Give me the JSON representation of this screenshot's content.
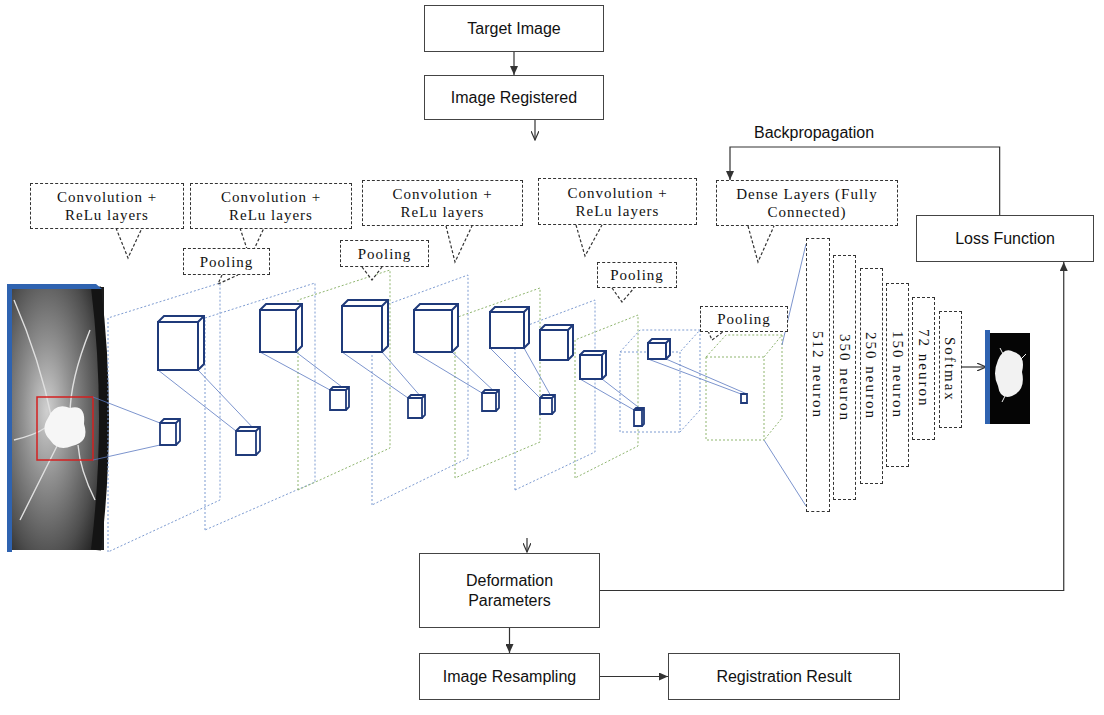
{
  "diagram": {
    "nodes": [
      {
        "text": [
          "Target Image"
        ]
      },
      {
        "text": [
          "Image Registered"
        ]
      },
      {
        "text": [
          "Loss Function"
        ]
      },
      {
        "text": [
          "Convolution + ReLu layers"
        ]
      },
      {
        "text": [
          "Convolution + ReLu layers"
        ]
      },
      {
        "text": [
          "Convolution + ReLu layers"
        ]
      },
      {
        "text": [
          "Convolution + ReLu layers"
        ]
      },
      {
        "text": [
          "Dense Layers (Fully Connected)"
        ]
      },
      {
        "text": [
          "Pooling"
        ]
      },
      {
        "text": [
          "Pooling"
        ]
      },
      {
        "text": [
          "Pooling"
        ]
      },
      {
        "text": [
          "Pooling"
        ]
      },
      {
        "text": [
          "512 neuron"
        ]
      },
      {
        "text": [
          "350 neuron"
        ]
      },
      {
        "text": [
          "250 neuron"
        ]
      },
      {
        "text": [
          "150 neuron"
        ]
      },
      {
        "text": [
          "72 neuron"
        ]
      },
      {
        "text": [
          "Softmax"
        ]
      },
      {
        "text": [
          "Deformation Parameters"
        ]
      },
      {
        "text": [
          "Image Resampling"
        ]
      },
      {
        "text": [
          "Registration Result"
        ]
      }
    ],
    "edges": [
      {
        "from": 0,
        "to": 1,
        "arrow": "to"
      },
      {
        "from": 2,
        "to": 7,
        "label": "Backpropagation",
        "arrow": "to"
      },
      {
        "from": 18,
        "to": 2,
        "arrow": "to"
      },
      {
        "from": 18,
        "to": 19,
        "arrow": "to"
      },
      {
        "from": 19,
        "to": 20,
        "arrow": "to"
      }
    ]
  }
}
